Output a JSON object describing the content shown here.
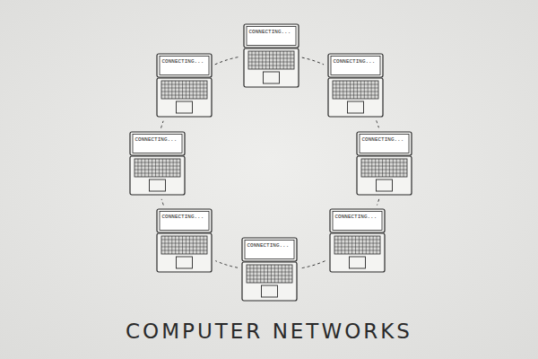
{
  "diagram": {
    "title": "COMPUTER NETWORKS",
    "nodes": [
      {
        "text": [
          "CONNECTING..."
        ]
      },
      {
        "text": [
          "CONNECTING..."
        ]
      },
      {
        "text": [
          "CONNECTING..."
        ]
      },
      {
        "text": [
          "CONNECTING..."
        ]
      },
      {
        "text": [
          "CONNECTING..."
        ]
      },
      {
        "text": [
          "CONNECTING..."
        ]
      },
      {
        "text": [
          "CONNECTING..."
        ]
      },
      {
        "text": [
          "CONNECTING..."
        ]
      }
    ],
    "edges": [
      {
        "from": 0,
        "to": 2,
        "arrow": "none"
      },
      {
        "from": 2,
        "to": 4,
        "arrow": "none"
      },
      {
        "from": 4,
        "to": 6,
        "arrow": "none"
      },
      {
        "from": 6,
        "to": 7,
        "arrow": "none"
      },
      {
        "from": 7,
        "to": 5,
        "arrow": "none"
      },
      {
        "from": 5,
        "to": 3,
        "arrow": "none"
      },
      {
        "from": 3,
        "to": 1,
        "arrow": "none"
      },
      {
        "from": 1,
        "to": 0,
        "arrow": "none"
      }
    ]
  }
}
